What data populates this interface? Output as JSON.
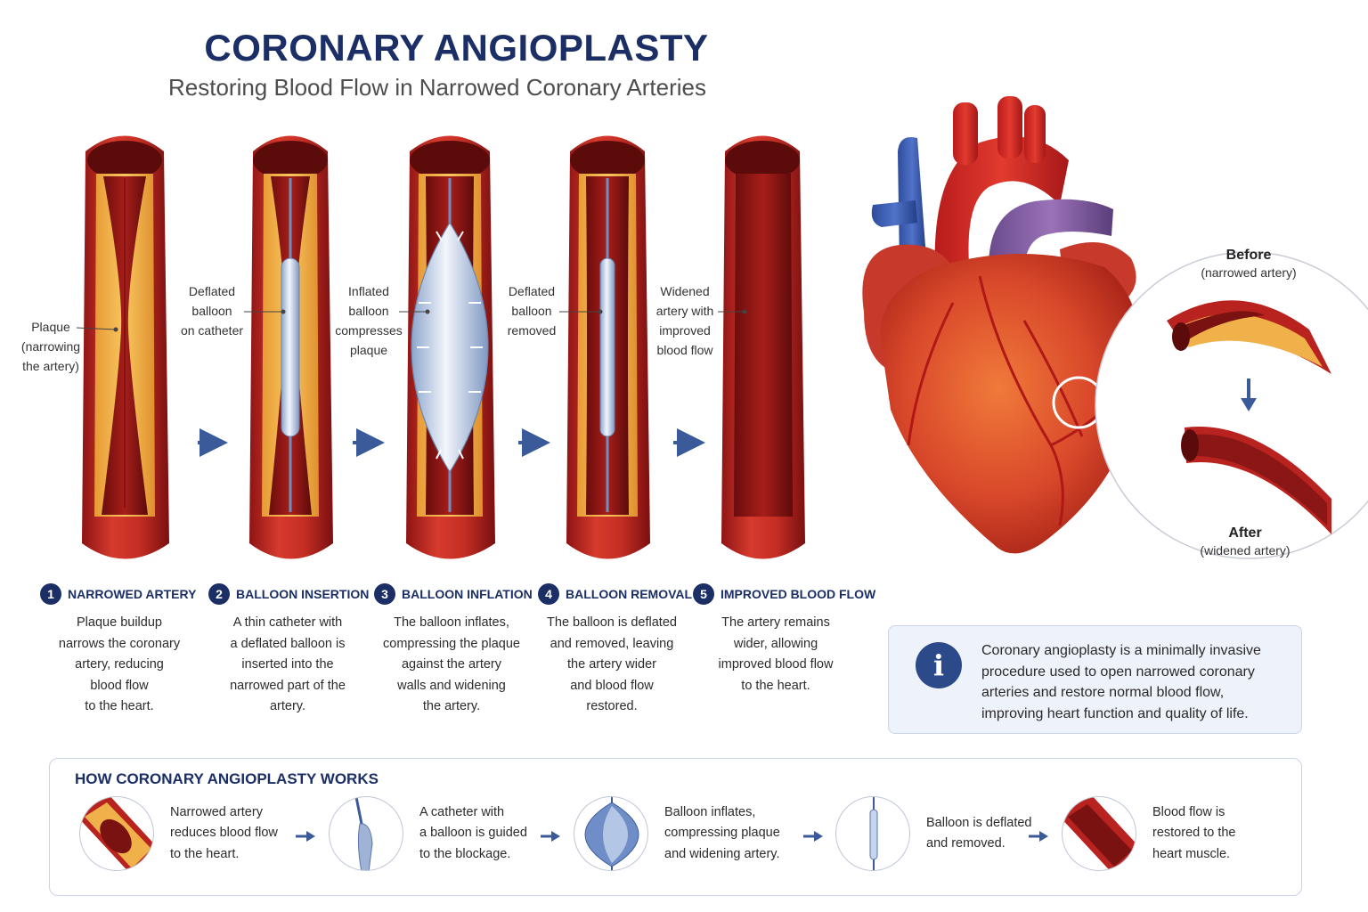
{
  "header": {
    "title": "CORONARY ANGIOPLASTY",
    "subtitle": "Restoring Blood Flow in Narrowed Coronary Arteries"
  },
  "callouts": {
    "plaque": [
      "Plaque",
      "(narrowing",
      "the artery)"
    ],
    "deflated_balloon": [
      "Deflated",
      "balloon",
      "on catheter"
    ],
    "inflated_balloon": [
      "Inflated",
      "balloon",
      "compresses",
      "plaque"
    ],
    "balloon_removed": [
      "Deflated",
      "balloon",
      "removed"
    ],
    "widened_artery": [
      "Widened",
      "artery with",
      "improved",
      "blood flow"
    ]
  },
  "steps": [
    {
      "num": "1",
      "title": "NARROWED ARTERY",
      "desc": [
        "Plaque buildup",
        "narrows the coronary",
        "artery, reducing",
        "blood flow",
        "to the heart."
      ]
    },
    {
      "num": "2",
      "title": "BALLOON INSERTION",
      "desc": [
        "A thin catheter with",
        "a deflated balloon is",
        "inserted into the",
        "narrowed part of the",
        "artery."
      ]
    },
    {
      "num": "3",
      "title": "BALLOON INFLATION",
      "desc": [
        "The balloon inflates,",
        "compressing the plaque",
        "against the artery",
        "walls and widening",
        "the artery."
      ]
    },
    {
      "num": "4",
      "title": "BALLOON REMOVAL",
      "desc": [
        "The balloon is deflated",
        "and removed, leaving",
        "the artery wider",
        "and blood flow",
        "restored."
      ]
    },
    {
      "num": "5",
      "title": "IMPROVED BLOOD FLOW",
      "desc": [
        "The artery remains",
        "wider, allowing",
        "improved blood flow",
        "to the heart."
      ]
    }
  ],
  "before_after": {
    "before_title": "Before",
    "before_sub": "(narrowed artery)",
    "after_title": "After",
    "after_sub": "(widened artery)"
  },
  "info": {
    "icon": "i",
    "text": [
      "Coronary angioplasty is a minimally invasive",
      "procedure used to open narrowed coronary",
      "arteries and restore normal blood flow,",
      "improving heart function and quality of life."
    ]
  },
  "how_it_works": {
    "title": "HOW CORONARY ANGIOPLASTY WORKS",
    "items": [
      {
        "text": [
          "Narrowed artery",
          "reduces blood flow",
          "to the heart."
        ]
      },
      {
        "text": [
          "A catheter with",
          "a balloon is guided",
          "to the blockage."
        ]
      },
      {
        "text": [
          "Balloon inflates,",
          "compressing plaque",
          "and widening artery."
        ]
      },
      {
        "text": [
          "Balloon is deflated",
          "and removed."
        ]
      },
      {
        "text": [
          "Blood flow is",
          "restored to the",
          "heart muscle."
        ]
      }
    ]
  },
  "colors": {
    "navy": "#1b2f66",
    "artery_red": "#b8231f",
    "artery_dark": "#7a1212",
    "plaque": "#f0b04a",
    "balloon": "#c9d6ea",
    "arrow_blue": "#3a5a9a"
  }
}
